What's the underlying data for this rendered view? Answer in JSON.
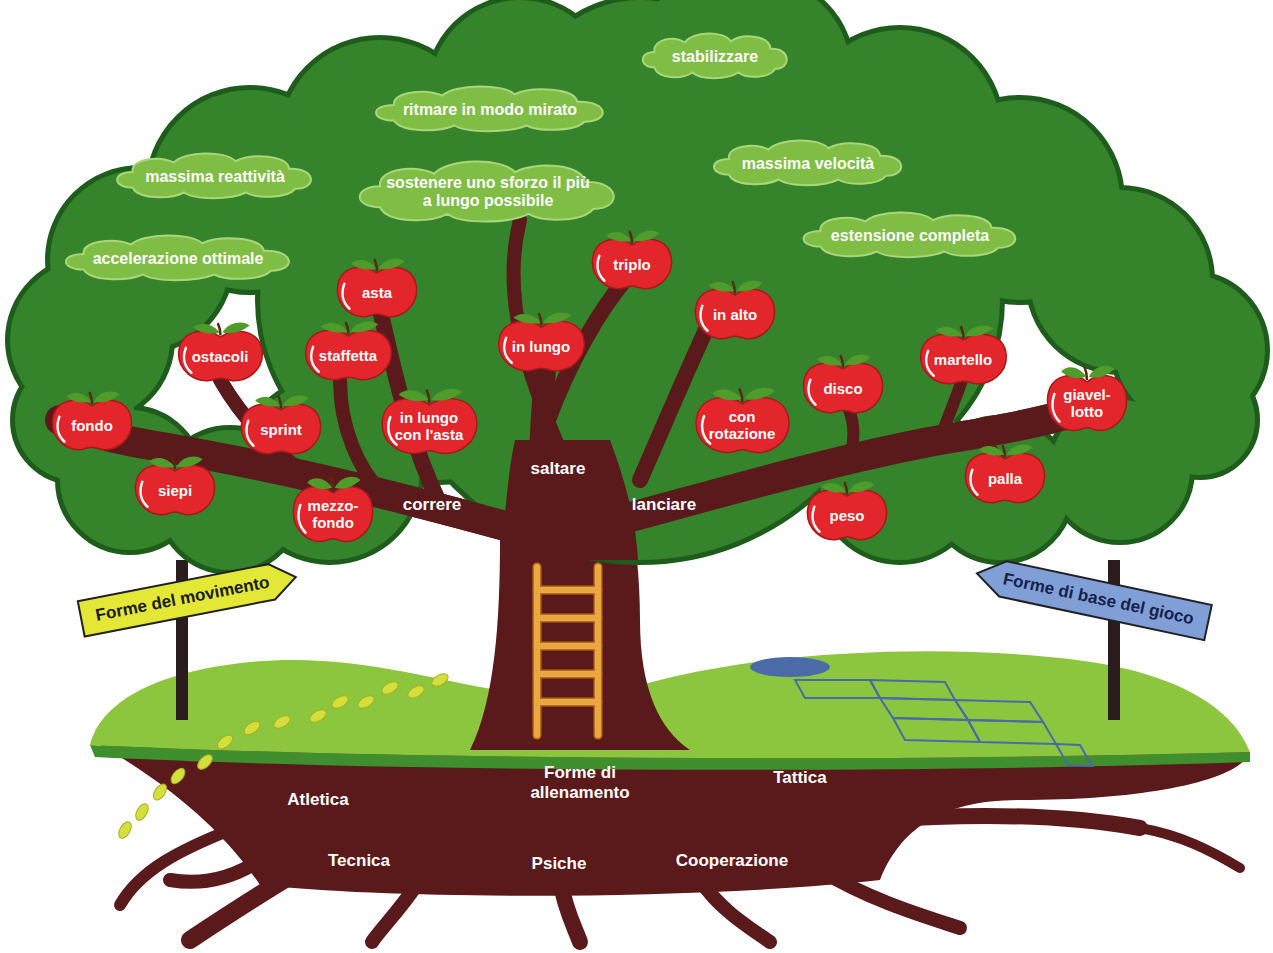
{
  "diagram": {
    "nodes": [
      {
        "text": [
          "stabilizzare"
        ]
      },
      {
        "text": [
          "ritmare in modo mirato"
        ]
      },
      {
        "text": [
          "massima velocità"
        ]
      },
      {
        "text": [
          "massima reattività"
        ]
      },
      {
        "text": [
          "sostenere uno sforzo il più a lungo possibile"
        ]
      },
      {
        "text": [
          "estensione completa"
        ]
      },
      {
        "text": [
          "accelerazione ottimale"
        ]
      },
      {
        "text": [
          "triplo"
        ]
      },
      {
        "text": [
          "asta"
        ]
      },
      {
        "text": [
          "in alto"
        ]
      },
      {
        "text": [
          "in lungo"
        ]
      },
      {
        "text": [
          "staffetta"
        ]
      },
      {
        "text": [
          "ostacoli"
        ]
      },
      {
        "text": [
          "martello"
        ]
      },
      {
        "text": [
          "disco"
        ]
      },
      {
        "text": [
          "giavel- lotto"
        ]
      },
      {
        "text": [
          "in lungo con l'asta"
        ]
      },
      {
        "text": [
          "con rotazione"
        ]
      },
      {
        "text": [
          "fondo"
        ]
      },
      {
        "text": [
          "sprint"
        ]
      },
      {
        "text": [
          "palla"
        ]
      },
      {
        "text": [
          "siepi"
        ]
      },
      {
        "text": [
          "mezzo- fondo"
        ]
      },
      {
        "text": [
          "peso"
        ]
      },
      {
        "text": [
          "Forme del movimento"
        ]
      },
      {
        "text": [
          "Forme di base del gioco"
        ]
      }
    ],
    "labels": [
      "saltare",
      "correre",
      "lanciare",
      "Tattica",
      "Forme di allenamento",
      "Atletica",
      "Tecnica",
      "Psiche",
      "Cooperazione"
    ]
  }
}
